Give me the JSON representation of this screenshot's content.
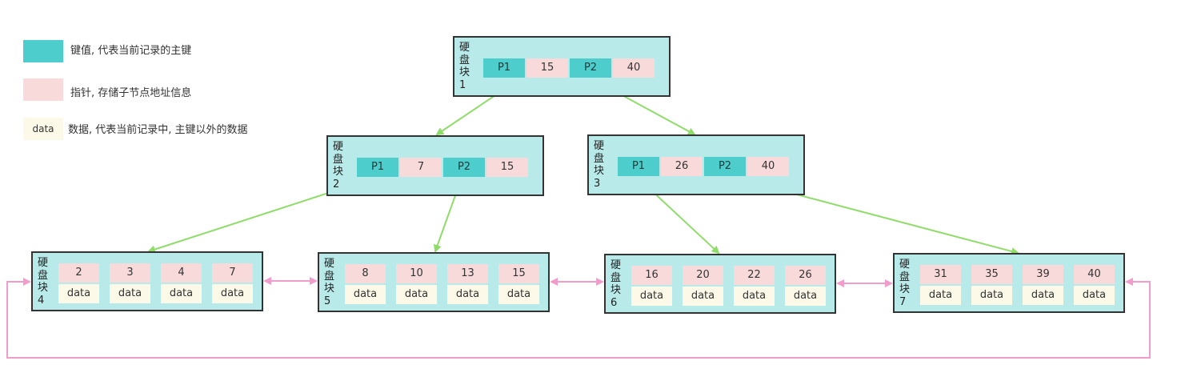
{
  "legend": {
    "key_text": "键值, 代表当前记录的主键",
    "pointer_text": "指针, 存储子节点地址信息",
    "data_swatch": "data",
    "data_text": "数据, 代表当前记录中, 主键以外的数据"
  },
  "blocks": {
    "b1": {
      "label": "硬盘块1",
      "cells": [
        "P1",
        "15",
        "P2",
        "40"
      ]
    },
    "b2": {
      "label": "硬盘块2",
      "cells": [
        "P1",
        "7",
        "P2",
        "15"
      ]
    },
    "b3": {
      "label": "硬盘块3",
      "cells": [
        "P1",
        "26",
        "P2",
        "40"
      ]
    },
    "b4": {
      "label": "硬盘块4",
      "keys": [
        "2",
        "3",
        "4",
        "7"
      ],
      "data": [
        "data",
        "data",
        "data",
        "data"
      ]
    },
    "b5": {
      "label": "硬盘块5",
      "keys": [
        "8",
        "10",
        "13",
        "15"
      ],
      "data": [
        "data",
        "data",
        "data",
        "data"
      ]
    },
    "b6": {
      "label": "硬盘块6",
      "keys": [
        "16",
        "20",
        "22",
        "26"
      ],
      "data": [
        "data",
        "data",
        "data",
        "data"
      ]
    },
    "b7": {
      "label": "硬盘块7",
      "keys": [
        "31",
        "35",
        "39",
        "40"
      ],
      "data": [
        "data",
        "data",
        "data",
        "data"
      ]
    }
  },
  "colors": {
    "key": "#4ecdcd",
    "pointer": "#f8dada",
    "data": "#fcf9e8",
    "block_fill": "#b8eaea",
    "tree_arrow": "#8fdc6a",
    "leaf_link": "#f29ccc"
  }
}
